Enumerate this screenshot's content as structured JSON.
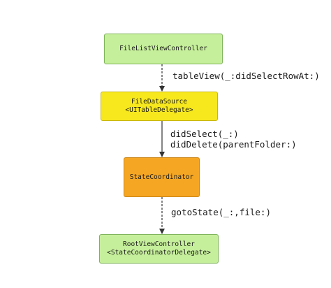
{
  "nodes": {
    "file_list_view_controller": {
      "lines": [
        "FileListViewController"
      ],
      "fill": "#c6ef9b",
      "stroke": "#7fb45a"
    },
    "file_data_source": {
      "lines": [
        "FileDataSource",
        "<UITableDelegate>"
      ],
      "fill": "#f7e81e",
      "stroke": "#c9b60e"
    },
    "state_coordinator": {
      "lines": [
        "StateCoordinator"
      ],
      "fill": "#f5a623",
      "stroke": "#c98414"
    },
    "root_view_controller": {
      "lines": [
        "RootViewController",
        "<StateCoordinatorDelegate>"
      ],
      "fill": "#c6ef9b",
      "stroke": "#7fb45a"
    }
  },
  "edges": {
    "list_to_datasource": {
      "label_lines": [
        "tableView(_:didSelectRowAt:)"
      ],
      "style": "dashed"
    },
    "datasource_to_coordinator": {
      "label_lines": [
        "didSelect(_:)",
        "didDelete(parentFolder:)"
      ],
      "style": "solid"
    },
    "coordinator_to_root": {
      "label_lines": [
        "gotoState(_:,file:)"
      ],
      "style": "dashed"
    }
  },
  "colors": {
    "edge": "#333333"
  }
}
